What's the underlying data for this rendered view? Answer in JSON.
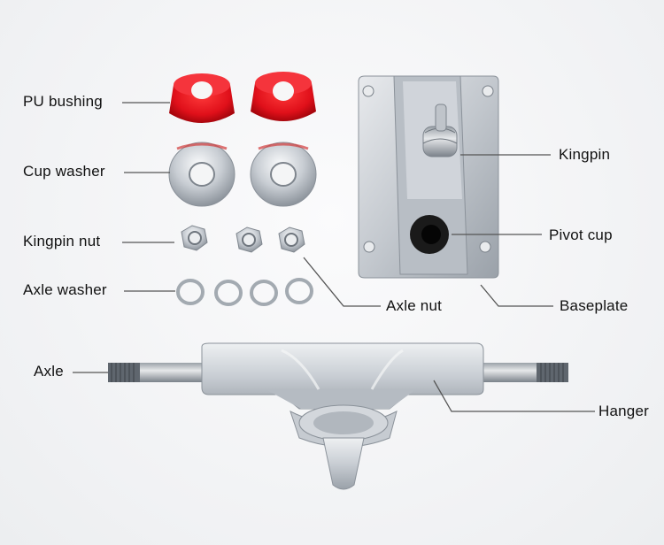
{
  "labels": {
    "pu_bushing": "PU bushing",
    "cup_washer": "Cup washer",
    "kingpin_nut": "Kingpin nut",
    "axle_washer": "Axle washer",
    "axle_nut": "Axle nut",
    "kingpin": "Kingpin",
    "pivot_cup": "Pivot cup",
    "baseplate": "Baseplate",
    "axle": "Axle",
    "hanger": "Hanger"
  },
  "colors": {
    "bushing_red": "#e0101a",
    "metal": "#c8cdd3",
    "leader_line": "#555555"
  }
}
